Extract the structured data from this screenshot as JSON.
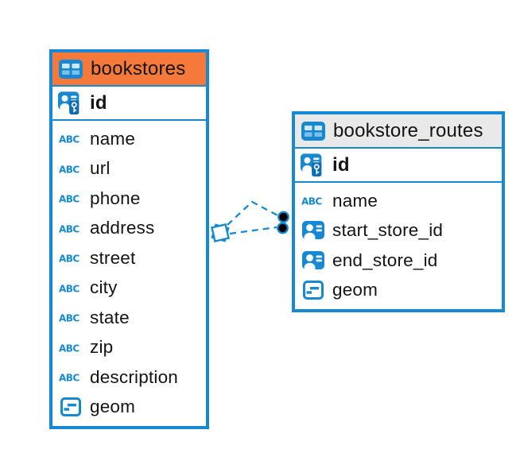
{
  "app": {
    "view": "er-diagram",
    "background": "#ffffff"
  },
  "colors": {
    "accent_blue": "#1689D2",
    "selected_table_header_orange": "#F5793B",
    "table_header_gray": "#E9E9E9",
    "key_badge_blue": "#0E6CB3",
    "text": "#141414",
    "connector_endpoint_black": "#000000"
  },
  "tables": [
    {
      "name": "bookstores",
      "header_state": "selected-orange",
      "header_icon": "table-icon",
      "primary_key": {
        "name": "id",
        "icon": "primary-key-icon"
      },
      "columns": [
        {
          "name": "name",
          "icon": "text-abc-icon"
        },
        {
          "name": "url",
          "icon": "text-abc-icon"
        },
        {
          "name": "phone",
          "icon": "text-abc-icon"
        },
        {
          "name": "address",
          "icon": "text-abc-icon"
        },
        {
          "name": "street",
          "icon": "text-abc-icon"
        },
        {
          "name": "city",
          "icon": "text-abc-icon"
        },
        {
          "name": "state",
          "icon": "text-abc-icon"
        },
        {
          "name": "zip",
          "icon": "text-abc-icon"
        },
        {
          "name": "description",
          "icon": "text-abc-icon"
        },
        {
          "name": "geom",
          "icon": "geometry-icon"
        }
      ]
    },
    {
      "name": "bookstore_routes",
      "header_state": "default-gray",
      "header_icon": "table-icon",
      "primary_key": {
        "name": "id",
        "icon": "primary-key-icon"
      },
      "columns": [
        {
          "name": "name",
          "icon": "text-abc-icon"
        },
        {
          "name": "start_store_id",
          "icon": "foreign-key-icon"
        },
        {
          "name": "end_store_id",
          "icon": "foreign-key-icon"
        },
        {
          "name": "geom",
          "icon": "geometry-icon"
        }
      ]
    }
  ],
  "relationships": [
    {
      "from_table": "bookstore_routes",
      "to_table": "bookstores",
      "line_style": "dashed",
      "source_marker": "filled-circle",
      "target_marker": "stacked-diamond-arrow"
    },
    {
      "from_table": "bookstore_routes",
      "to_table": "bookstores",
      "line_style": "dashed",
      "source_marker": "filled-circle",
      "target_marker": "stacked-diamond-arrow"
    }
  ]
}
